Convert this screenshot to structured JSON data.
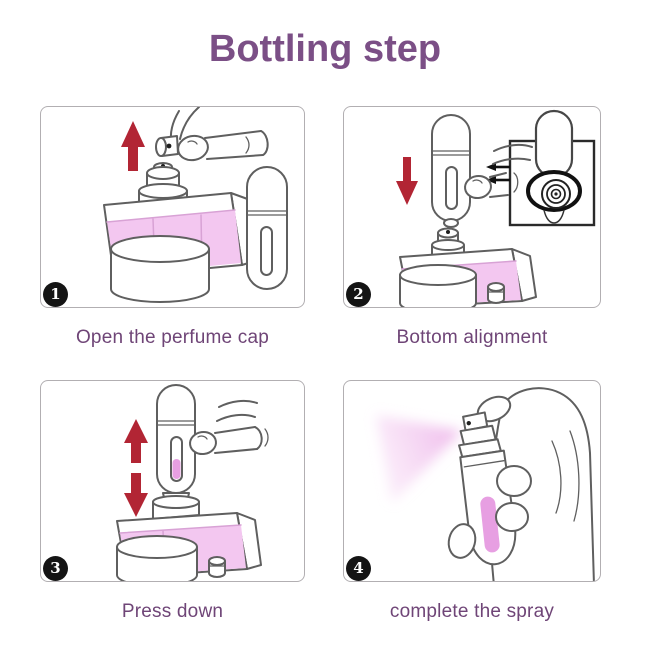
{
  "title": "Bottling step",
  "colors": {
    "accent_purple": "#7b4f86",
    "caption_purple": "#6f4577",
    "arrow_red": "#b22534",
    "liquid_pink": "#f3c7f0",
    "window_pink": "#e79fe2",
    "outline_gray": "#5f5f5f",
    "panel_border": "#b2afb2",
    "badge_black": "#141414"
  },
  "steps": [
    {
      "number": "1",
      "caption": "Open the perfume cap",
      "illustration": "hand-pulling-cap-off-perfume-bottle"
    },
    {
      "number": "2",
      "caption": "Bottom alignment",
      "illustration": "atomizer-bottom-aligned-over-nozzle-with-detail-inset"
    },
    {
      "number": "3",
      "caption": "Press down",
      "illustration": "atomizer-pumped-up-and-down-on-bottle"
    },
    {
      "number": "4",
      "caption": "complete the spray",
      "illustration": "hand-spraying-filled-atomizer"
    }
  ]
}
